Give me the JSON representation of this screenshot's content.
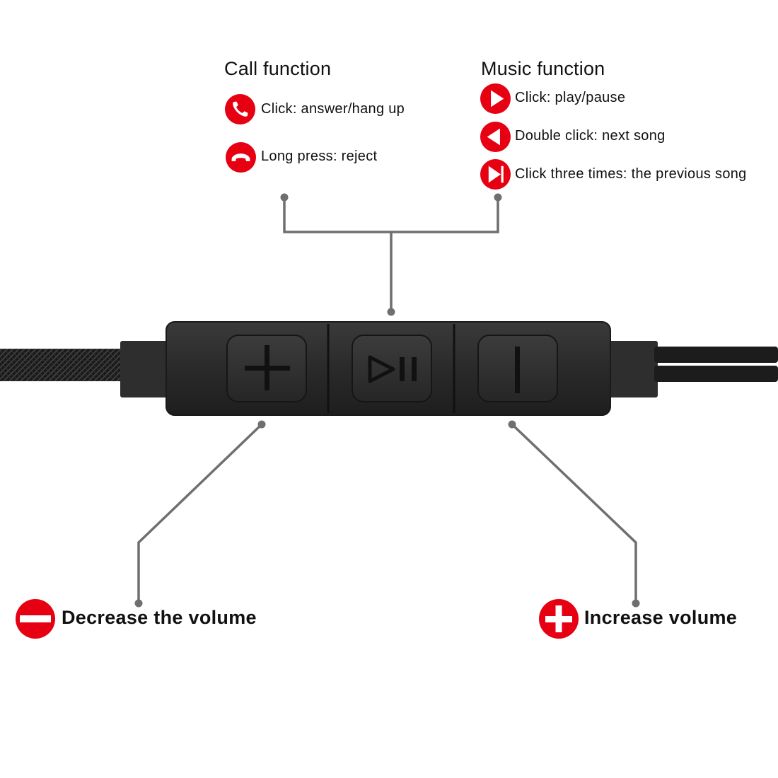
{
  "call": {
    "heading": "Call function",
    "items": [
      {
        "icon": "phone-answer-icon",
        "text": "Click: answer/hang up"
      },
      {
        "icon": "phone-reject-icon",
        "text": "Long press: reject"
      }
    ]
  },
  "music": {
    "heading": "Music function",
    "items": [
      {
        "icon": "play-icon",
        "text": "Click: play/pause"
      },
      {
        "icon": "rewind-icon",
        "text": "Double click: next song"
      },
      {
        "icon": "skip-icon",
        "text": "Click three times: the previous song"
      }
    ]
  },
  "volume": {
    "decrease": {
      "icon": "minus-circle-icon",
      "text": "Decrease the volume"
    },
    "increase": {
      "icon": "plus-circle-icon",
      "text": "Increase volume"
    }
  },
  "colors": {
    "accent": "#e60012",
    "leader_line": "#6f6f6f",
    "remote_body": "#2c2c2c",
    "button": "#353535"
  }
}
